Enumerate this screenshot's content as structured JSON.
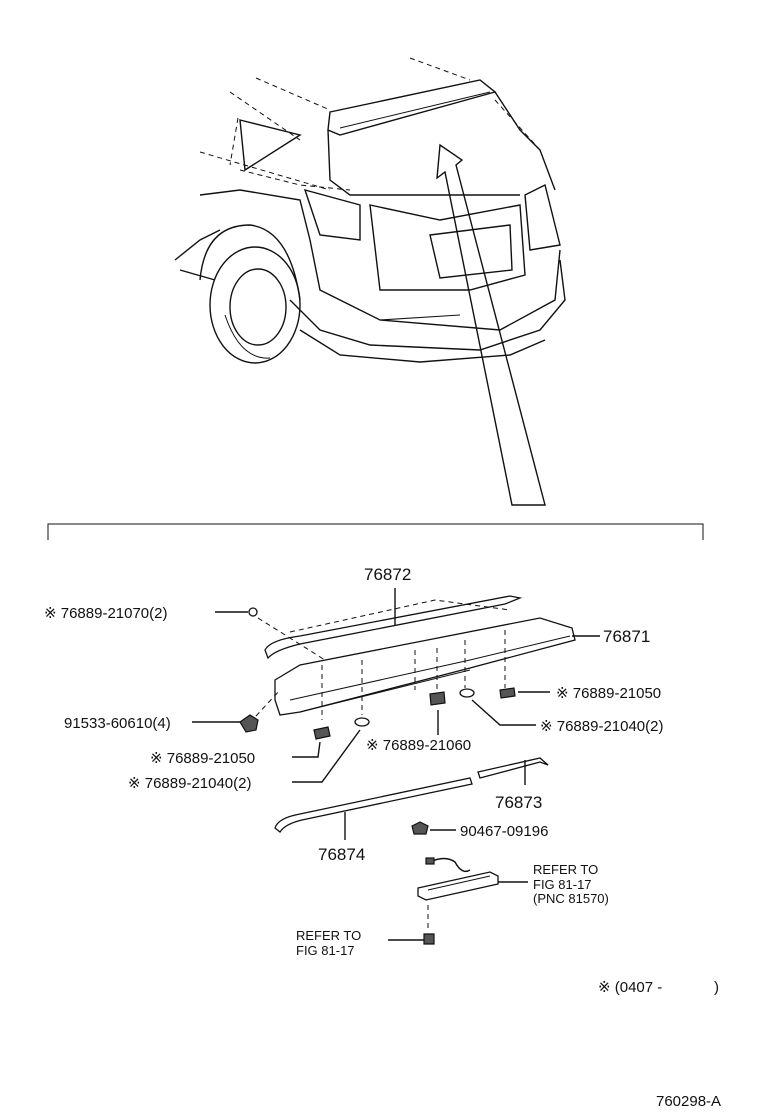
{
  "parts": {
    "p76872": "76872",
    "p76871": "76871",
    "p76873": "76873",
    "p76874": "76874",
    "p90467": "90467-09196",
    "p91533": "91533-60610(4)",
    "p_21070": "※ 76889-21070(2)",
    "p_21050_right": "※ 76889-21050",
    "p_21040_right": "※ 76889-21040(2)",
    "p_21060": "※ 76889-21060",
    "p_21050_left": "※ 76889-21050",
    "p_21040_left": "※ 76889-21040(2)"
  },
  "refs": {
    "refer_right_l1": "REFER  TO",
    "refer_right_l2": "FIG 81-17",
    "refer_right_l3": "(PNC 81570)",
    "refer_left_l1": "REFER  TO",
    "refer_left_l2": "FIG 81-17"
  },
  "footnote": {
    "note": "※ (0407 -",
    "note_close": ")"
  },
  "diagram_id": "760298-A"
}
